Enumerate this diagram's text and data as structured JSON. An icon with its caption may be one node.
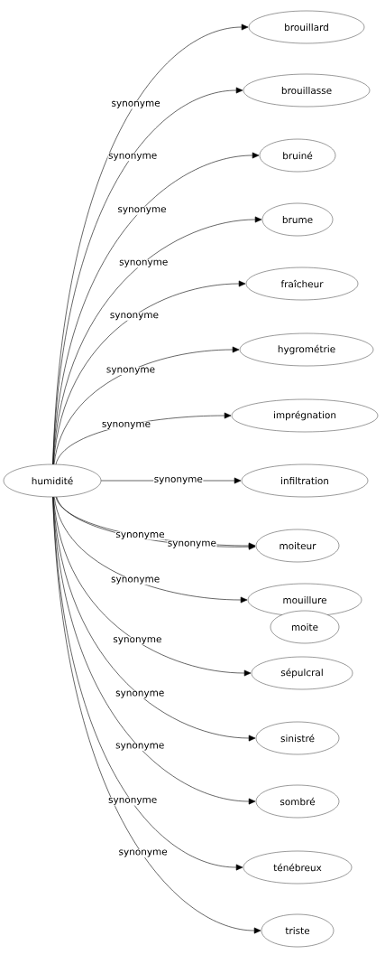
{
  "diagram": {
    "nodes": [
      {
        "text": [
          "humidité"
        ]
      },
      {
        "text": [
          "brouillard"
        ]
      },
      {
        "text": [
          "brouillasse"
        ]
      },
      {
        "text": [
          "bruiné"
        ]
      },
      {
        "text": [
          "brume"
        ]
      },
      {
        "text": [
          "fraîcheur"
        ]
      },
      {
        "text": [
          "hygrométrie"
        ]
      },
      {
        "text": [
          "imprégnation"
        ]
      },
      {
        "text": [
          "infiltration"
        ]
      },
      {
        "text": [
          "moiteur"
        ]
      },
      {
        "text": [
          "mouillure"
        ]
      },
      {
        "text": [
          "moite"
        ]
      },
      {
        "text": [
          "sépulcral"
        ]
      },
      {
        "text": [
          "sinistré"
        ]
      },
      {
        "text": [
          "sombré"
        ]
      },
      {
        "text": [
          "ténébreux"
        ]
      },
      {
        "text": [
          "triste"
        ]
      }
    ],
    "edges": [
      {
        "from": 0,
        "to": 1,
        "arrow": "to",
        "label": "synonyme"
      },
      {
        "from": 0,
        "to": 2,
        "arrow": "to",
        "label": "synonyme"
      },
      {
        "from": 0,
        "to": 3,
        "arrow": "to",
        "label": "synonyme"
      },
      {
        "from": 0,
        "to": 4,
        "arrow": "to",
        "label": "synonyme"
      },
      {
        "from": 0,
        "to": 5,
        "arrow": "to",
        "label": "synonyme"
      },
      {
        "from": 0,
        "to": 6,
        "arrow": "to",
        "label": "synonyme"
      },
      {
        "from": 0,
        "to": 7,
        "arrow": "to",
        "label": "synonyme"
      },
      {
        "from": 0,
        "to": 8,
        "arrow": "to",
        "label": "synonyme"
      },
      {
        "from": 0,
        "to": 9,
        "arrow": "to",
        "label": "synonyme"
      },
      {
        "from": 0,
        "to": 9,
        "arrow": "to",
        "label": "synonyme"
      },
      {
        "from": 0,
        "to": 10,
        "arrow": "to",
        "label": "synonyme"
      },
      {
        "from": 0,
        "to": 12,
        "arrow": "to",
        "label": "synonyme"
      },
      {
        "from": 0,
        "to": 13,
        "arrow": "to",
        "label": "synonyme"
      },
      {
        "from": 0,
        "to": 14,
        "arrow": "to",
        "label": "synonyme"
      },
      {
        "from": 0,
        "to": 15,
        "arrow": "to",
        "label": "synonyme"
      },
      {
        "from": 0,
        "to": 16,
        "arrow": "to",
        "label": "synonyme"
      }
    ]
  }
}
